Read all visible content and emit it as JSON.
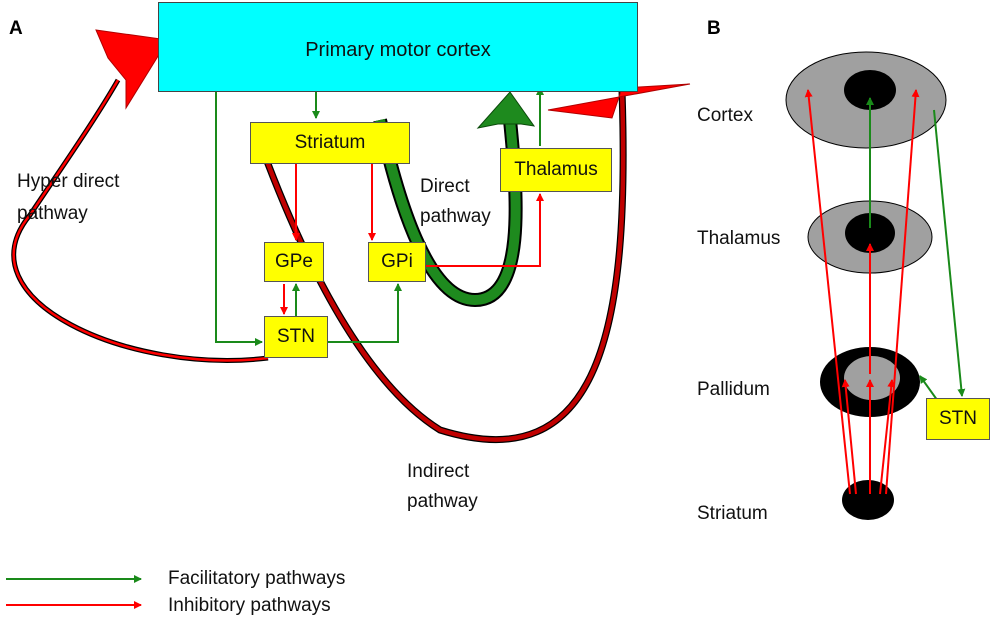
{
  "panel_a": {
    "letter": "A",
    "cortex": "Primary motor cortex",
    "striatum": "Striatum",
    "thalamus": "Thalamus",
    "gpe": "GPe",
    "gpi": "GPi",
    "stn": "STN",
    "hyper_direct_line1": "Hyper direct",
    "hyper_direct_line2": "pathway",
    "direct_line1": "Direct",
    "direct_line2": "pathway",
    "indirect_line1": "Indirect",
    "indirect_line2": "pathway"
  },
  "panel_b": {
    "letter": "B",
    "cortex": "Cortex",
    "thalamus": "Thalamus",
    "pallidum": "Pallidum",
    "striatum": "Striatum",
    "stn": "STN"
  },
  "legend": {
    "facilitatory": "Facilitatory pathways",
    "inhibitory": "Inhibitory pathways"
  },
  "colors": {
    "facilitatory": "#1a8a1a",
    "inhibitory": "#ff0000",
    "box_fill": "#ffff00",
    "cortex_fill": "#00ffff",
    "nucleus_gray": "#a0a0a0"
  }
}
